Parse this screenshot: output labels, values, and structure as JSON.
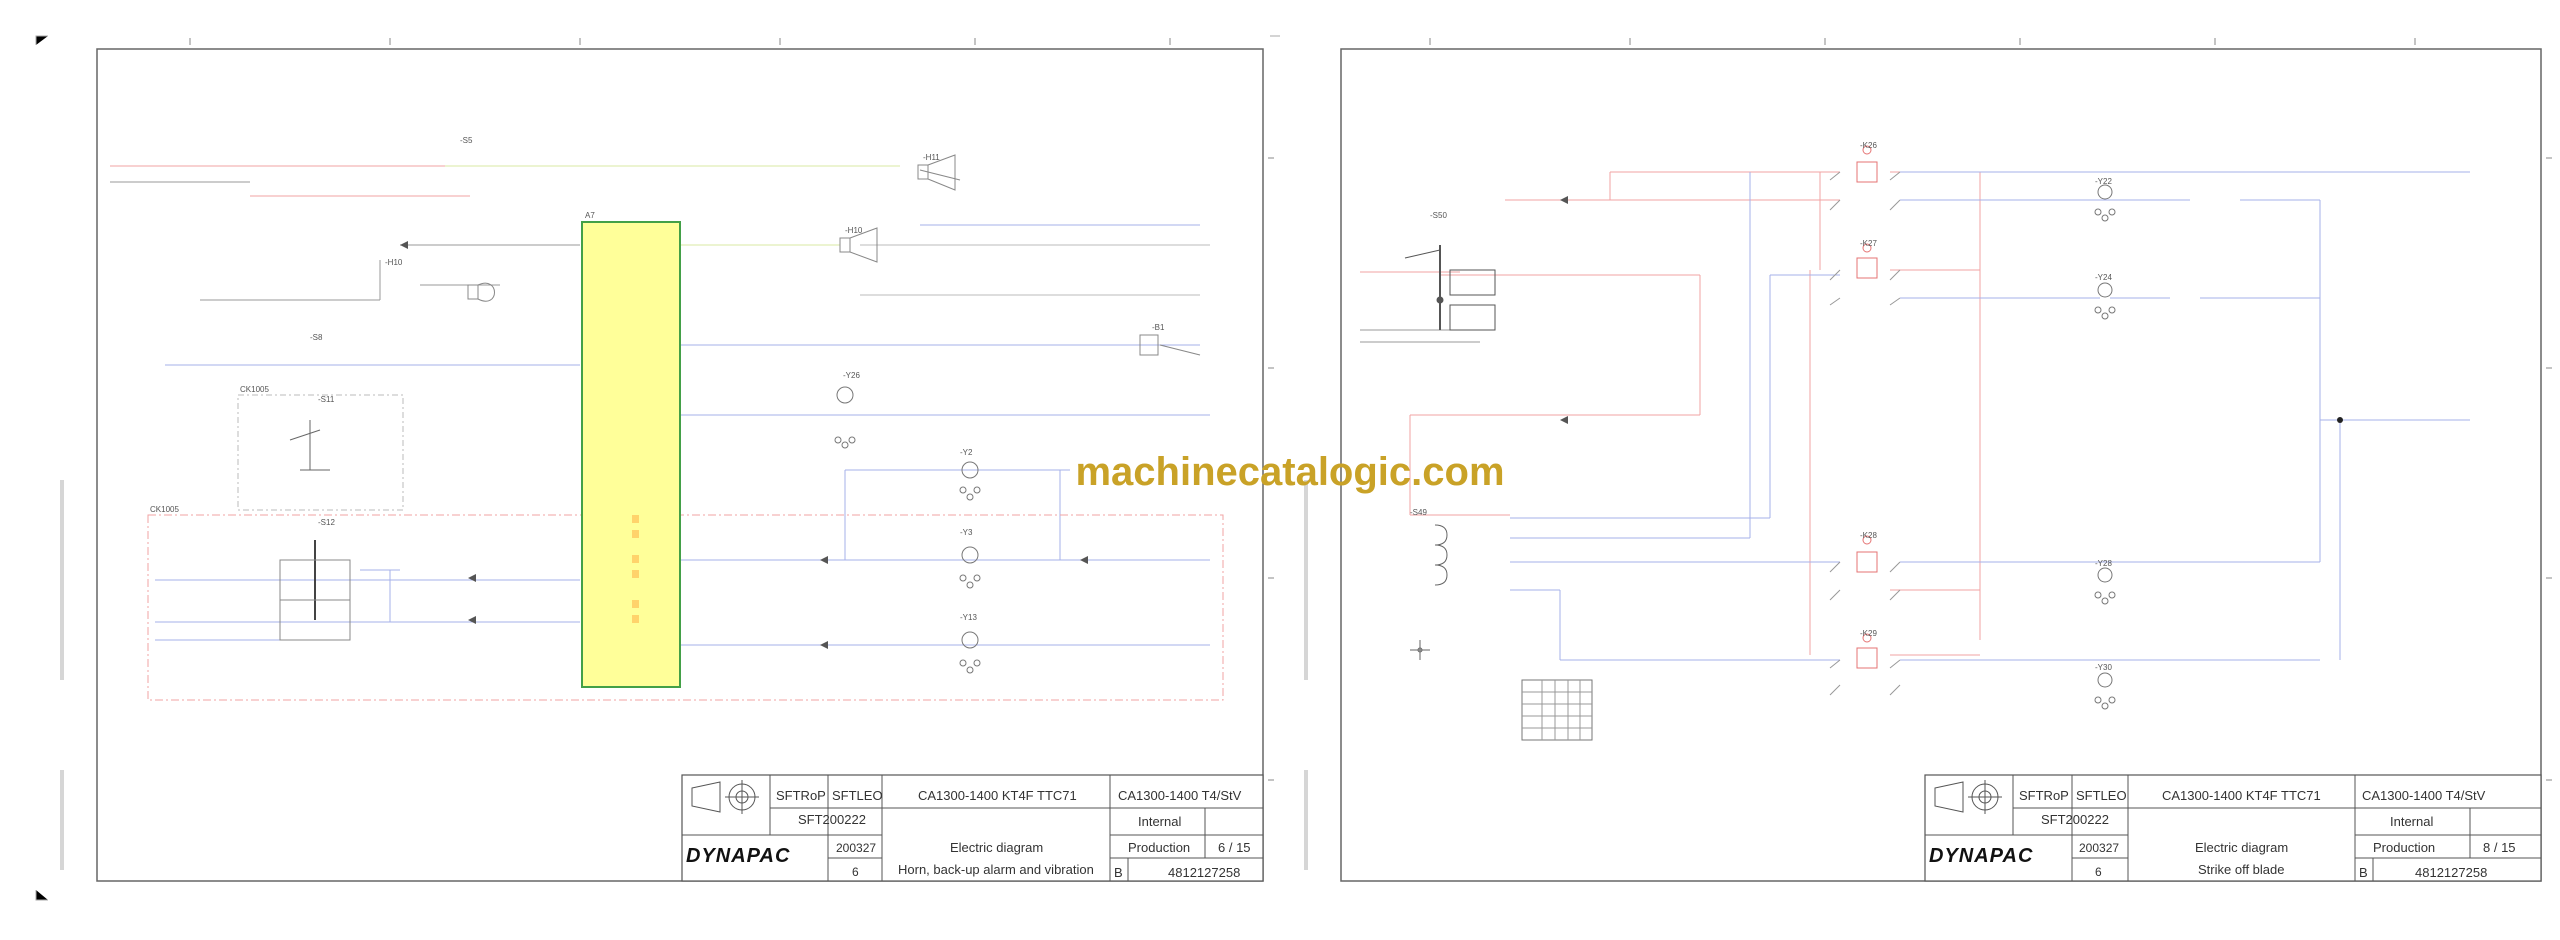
{
  "watermark": "machinecatalogic.com",
  "colors": {
    "red_wire": "#f2a3a3",
    "blue_wire": "#a6b1ea",
    "grey_wire": "#9a9a9a",
    "green_wire": "#b9d98a",
    "yellow_module": "#ffff99",
    "module_border": "#43a047",
    "watermark": "#c9a227"
  },
  "left_sheet": {
    "title_block": {
      "logo": "DYNAPAC",
      "drawn_by": "SFTRoP",
      "checked_by": "SFTLEO",
      "ref": "SFT200222",
      "date": "200327",
      "rev": "6",
      "project": "CA1300-1400 KT4F TTC71",
      "model": "CA1300-1400 T4/StV",
      "classification": "Internal",
      "status": "Production",
      "sheet": "6 / 15",
      "doc_type": "Electric diagram",
      "description": "Horn, back-up alarm and vibration",
      "size": "B",
      "doc_number": "4812127258"
    }
  },
  "right_sheet": {
    "title_block": {
      "logo": "DYNAPAC",
      "drawn_by": "SFTRoP",
      "checked_by": "SFTLEO",
      "ref": "SFT200222",
      "date": "200327",
      "rev": "6",
      "project": "CA1300-1400 KT4F TTC71",
      "model": "CA1300-1400 T4/StV",
      "classification": "Internal",
      "status": "Production",
      "sheet": "8 / 15",
      "doc_type": "Electric diagram",
      "description": "Strike off blade",
      "size": "B",
      "doc_number": "4812127258"
    }
  }
}
